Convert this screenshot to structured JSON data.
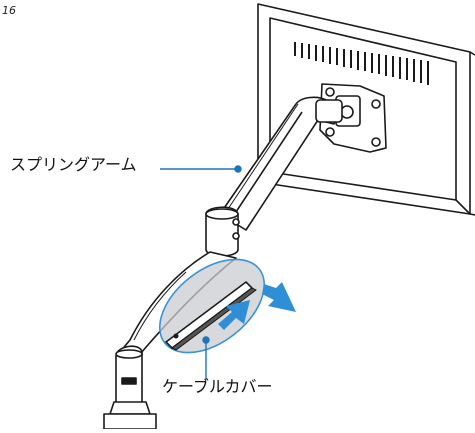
{
  "page_number": "16",
  "labels": {
    "spring_arm": "スプリングアーム",
    "cable_cover": "ケーブルカバー"
  },
  "colors": {
    "callout_line": "#1b75bb",
    "arrow": "#2e8fd6",
    "highlight_fill": "#c9ccd2",
    "highlight_stroke": "#3a93d4",
    "outline": "#1a1a1a"
  },
  "icons": {
    "direction_arrows": "arrow-right-icon"
  }
}
